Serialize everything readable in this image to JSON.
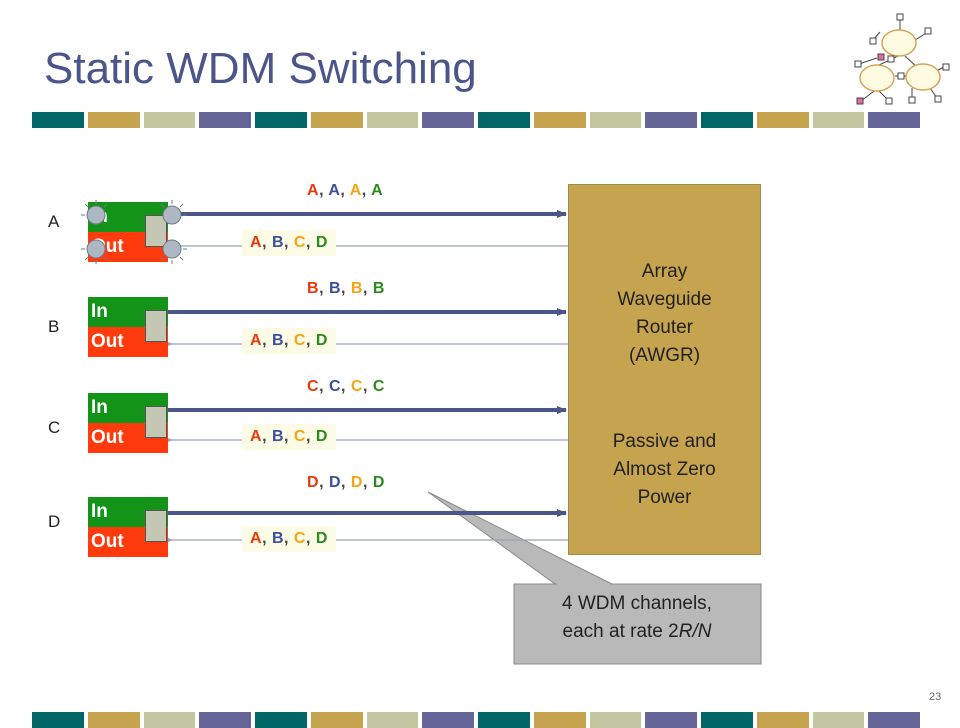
{
  "title": "Static WDM Switching",
  "colors": {
    "title": "#4b5589",
    "in_port": "#139418",
    "out_port": "#ff3a0c",
    "awgr": "#c6a34f",
    "callout": "#b9b9b9",
    "label_box": "#fbfbe6",
    "channel_red": "#e8390c",
    "channel_blue": "#3c4f9c",
    "channel_orange": "#f5a418",
    "channel_green": "#2a8a1c",
    "stripe": [
      "#006666",
      "#c6a34f",
      "#c3c7a1",
      "#666699"
    ]
  },
  "nodes": [
    {
      "letter": "A",
      "in_label": "In",
      "out_label": "Out",
      "input_channels": [
        "A",
        "A",
        "A",
        "A"
      ],
      "output_channels": [
        "A",
        "B",
        "C",
        "D"
      ]
    },
    {
      "letter": "B",
      "in_label": "In",
      "out_label": "Out",
      "input_channels": [
        "B",
        "B",
        "B",
        "B"
      ],
      "output_channels": [
        "A",
        "B",
        "C",
        "D"
      ]
    },
    {
      "letter": "C",
      "in_label": "In",
      "out_label": "Out",
      "input_channels": [
        "C",
        "C",
        "C",
        "C"
      ],
      "output_channels": [
        "A",
        "B",
        "C",
        "D"
      ]
    },
    {
      "letter": "D",
      "in_label": "In",
      "out_label": "Out",
      "input_channels": [
        "D",
        "D",
        "D",
        "D"
      ],
      "output_channels": [
        "A",
        "B",
        "C",
        "D"
      ]
    }
  ],
  "awgr": {
    "line1": "Array",
    "line2": "Waveguide",
    "line3": "Router",
    "line4": "(AWGR)",
    "line5": "Passive and",
    "line6": "Almost Zero",
    "line7": "Power"
  },
  "callout": {
    "line1": "4 WDM channels,",
    "line2_prefix": "each at rate 2",
    "line2_var": "R/N"
  },
  "page_number": "23",
  "logo_icon": "network-graph-icon"
}
